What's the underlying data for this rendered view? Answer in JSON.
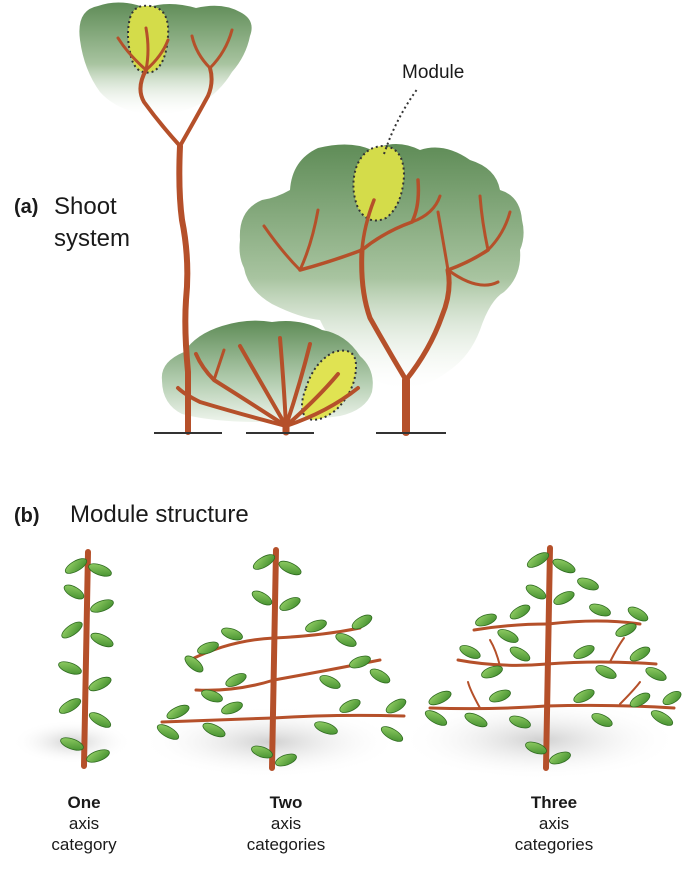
{
  "panel_a": {
    "tag": "(a)",
    "title_line1": "Shoot",
    "title_line2": "system",
    "module_label": "Module"
  },
  "panel_b": {
    "tag": "(b)",
    "title": "Module structure",
    "plants": [
      {
        "count": "One",
        "line2": "axis",
        "line3": "category"
      },
      {
        "count": "Two",
        "line2": "axis",
        "line3": "categories"
      },
      {
        "count": "Three",
        "line2": "axis",
        "line3": "categories"
      }
    ]
  },
  "colors": {
    "stem": "#b5502a",
    "crown_top": "#5f8c57",
    "module_fill": "#d4dc4a",
    "leaf": "#6bb540",
    "ground": "#333333"
  }
}
